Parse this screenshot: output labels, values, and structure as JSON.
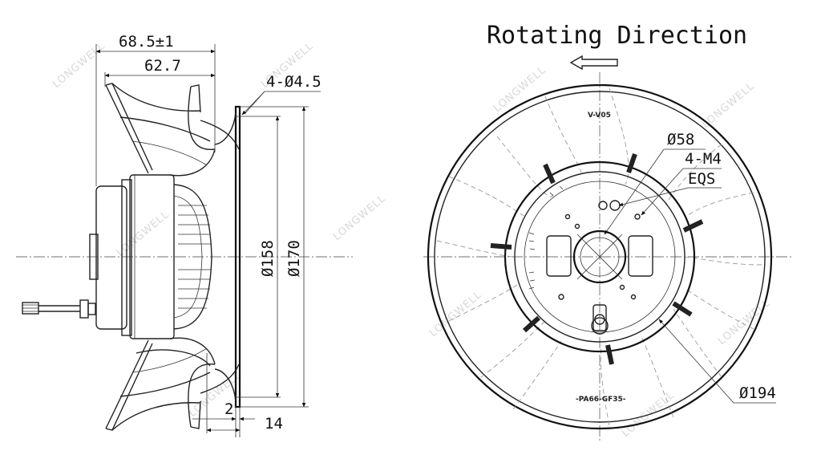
{
  "side_view": {
    "overall_length": "68.5±1",
    "body_length": "62.7",
    "mounting_holes": "4-Ø4.5",
    "inlet_diameter": "Ø158",
    "flange_diameter": "Ø170",
    "flange_gap": "2",
    "flange_depth": "14"
  },
  "front_view": {
    "title": "Rotating Direction",
    "hub_diameter": "Ø58",
    "thread_holes": "4-M4",
    "eqs": "EQS",
    "impeller_diameter": "Ø194",
    "stamp_top": "V-V05",
    "stamp_bottom": "-PA66-GF35-"
  },
  "watermark": "LONGWELL"
}
